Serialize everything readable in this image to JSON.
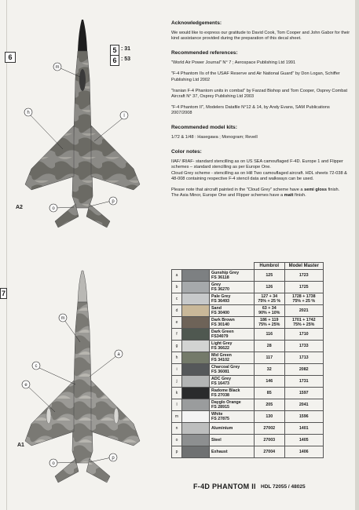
{
  "markers": {
    "six": "6",
    "seven": "7",
    "five_box": "5",
    "five_val": ": 31",
    "six_box": "6",
    "six_val": ": 53",
    "a2": "A2",
    "a1": "A1"
  },
  "callouts_top": [
    "m",
    "l",
    "h",
    "o",
    "p"
  ],
  "callouts_bottom": [
    "m",
    "c",
    "e",
    "a",
    "o",
    "p"
  ],
  "ack": {
    "heading": "Acknowledgements:",
    "body": "We would like to express our gratitude to David Cook, Tom Cooper and John Gabor for their kind assistance provided during the preparation of this decal sheet."
  },
  "refs": {
    "heading": "Recommended references:",
    "items": [
      "\"World Air Power Journal\" N° 7 ; Aerospace Publishing Ltd 1991",
      "\"F-4 Phantom IIs of the USAF Reserve and Air National Guard\" by Don Logan, Schiffer Publishing Ltd 2002",
      "\"Iranian F-4 Phantom units in combat\" by Farzad Bishop and Tom Cooper, Osprey Combat Aircraft N° 37, Osprey Publishing Ltd 2003",
      "\"F-4 Phantom II\", Modelers Datafile N°12 & 14, by Andy Evans, SAM Publications 2007/2008"
    ]
  },
  "kits": {
    "heading": "Recommended model kits:",
    "body": "1/72 & 1/48 : Hasegawa ; Monogram; Revell"
  },
  "notes": {
    "heading": "Color notes:",
    "p1": "IIAF/ IRIAF- standard stencilling as on US SEA camouflaged F-4D. Europe 1 and Flipper schemes – standard stencilling as per Europe One.",
    "p2": "Cloud Grey scheme - stencilling as on Hill Two camouflaged aircraft. HDL sheets 72-038 & 48-008 containing respective F-4 stencil data and walkways can be used.",
    "p3a": "Please note that aircraft painted in the \"Cloud Grey\" scheme have a",
    "p3b": "semi gloss",
    "p3c": "finish.",
    "p4a": "The Asia Minor, Europe One and Flipper schemes have a",
    "p4b": "matt",
    "p4c": "finish."
  },
  "table": {
    "col_humbrol": "Humbrol",
    "col_mm": "Model Master",
    "rows": [
      {
        "l": "a",
        "name": "Gunship Grey",
        "fs": "FS 36118",
        "hum": "125",
        "mm": "1723",
        "color": "#7d8082"
      },
      {
        "l": "b",
        "name": "Grey",
        "fs": "FS 36270",
        "hum": "126",
        "mm": "1725",
        "color": "#a6a9ab"
      },
      {
        "l": "c",
        "name": "Pale Grey",
        "fs": "FS 36493",
        "hum": "127 + 34\n75% + 25 %",
        "mm": "1728 + 1738\n75% + 25 %",
        "color": "#c7c9ca"
      },
      {
        "l": "d",
        "name": "Sand",
        "fs": "FS 30400",
        "hum": "63 + 34\n90% + 10%",
        "mm": "2021",
        "color": "#c9b899"
      },
      {
        "l": "e",
        "name": "Dark Brown",
        "fs": "FS 30140",
        "hum": "186 + 119\n75% + 25%",
        "mm": "1701 + 1742\n75% + 25%",
        "color": "#6e6358"
      },
      {
        "l": "f",
        "name": "Dark Green",
        "fs": "FS34079",
        "hum": "116",
        "mm": "1710",
        "color": "#4f5850"
      },
      {
        "l": "g",
        "name": "Light Grey",
        "fs": "FS 36622",
        "hum": "28",
        "mm": "1733",
        "color": "#d2d3d2"
      },
      {
        "l": "h",
        "name": "Mid Green",
        "fs": "FS 34102",
        "hum": "117",
        "mm": "1713",
        "color": "#747a6a"
      },
      {
        "l": "i",
        "name": "Charcoal Grey",
        "fs": "FS 36081",
        "hum": "32",
        "mm": "2082",
        "color": "#55585a"
      },
      {
        "l": "j",
        "name": "ADC Grey",
        "fs": "FS 16473",
        "hum": "146",
        "mm": "1731",
        "color": "#b3b5b5"
      },
      {
        "l": "k",
        "name": "Radome Black",
        "fs": "FS 27038",
        "hum": "85",
        "mm": "1597",
        "color": "#2a2b2c"
      },
      {
        "l": "l",
        "name": "Dayglo Orange",
        "fs": "FS 28915",
        "hum": "205",
        "mm": "2041",
        "color": "#9a9c9d"
      },
      {
        "l": "m",
        "name": "White",
        "fs": "FS 27875",
        "hum": "130",
        "mm": "1596",
        "color": "#f4f4f4"
      },
      {
        "l": "n",
        "name": "Aluminium",
        "fs": "",
        "hum": "27002",
        "mm": "1401",
        "color": "#bdbebe"
      },
      {
        "l": "o",
        "name": "Steel",
        "fs": "",
        "hum": "27003",
        "mm": "1405",
        "color": "#8d8f90"
      },
      {
        "l": "p",
        "name": "Exhaust",
        "fs": "",
        "hum": "27004",
        "mm": "1406",
        "color": "#6f7172"
      }
    ]
  },
  "footer": {
    "title": "F-4D PHANTOM II",
    "code": "HDL 72055 / 48025"
  }
}
